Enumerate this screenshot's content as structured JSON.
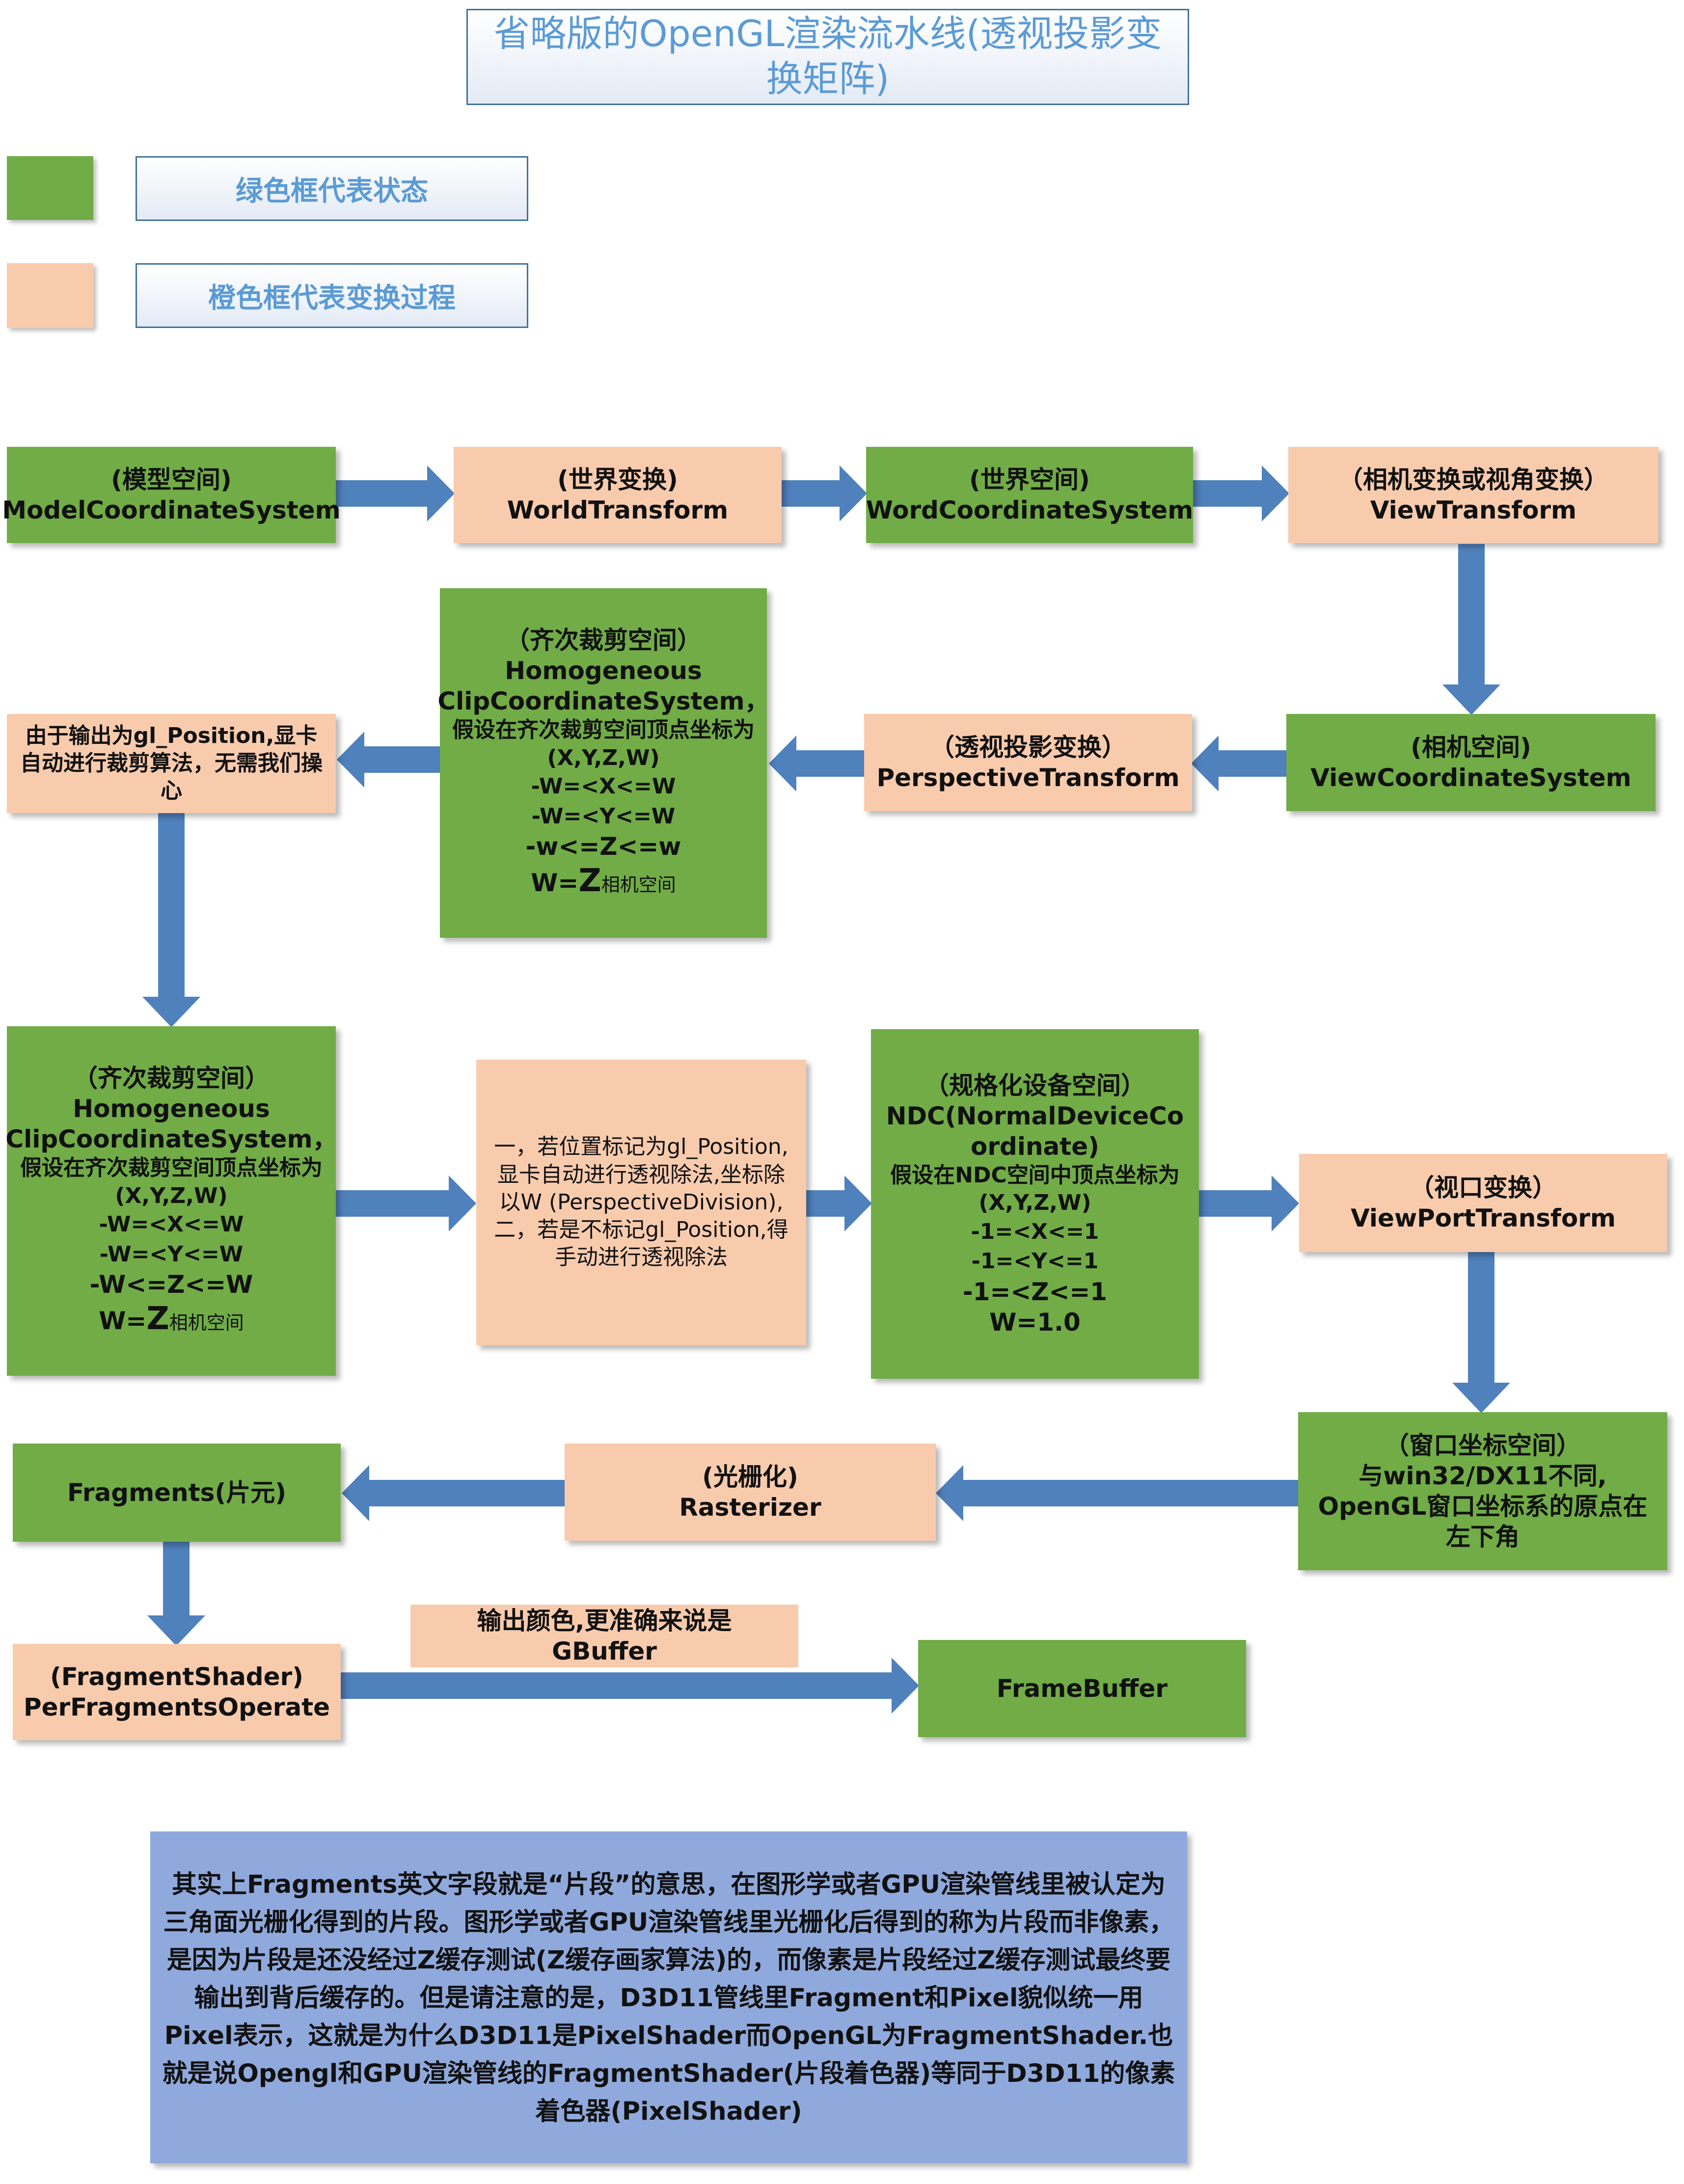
{
  "title": "省略版的OpenGL渲染流水线(透视投影变换矩阵)",
  "legend": {
    "green_label": "绿色框代表状态",
    "orange_label": "橙色框代表变换过程"
  },
  "colors": {
    "state_green": "#71ac47",
    "transform_orange": "#f8cbad",
    "arrow_blue": "#4f81bd",
    "note_blue": "#8fa9dc",
    "title_text": "#5b9bd5"
  },
  "nodes": {
    "model_space": {
      "line1": "(模型空间)",
      "line2": "ModelCoordinateSystem"
    },
    "world_transform": {
      "line1": "(世界变换)",
      "line2": "WorldTransform"
    },
    "world_space": {
      "line1": "(世界空间)",
      "line2": "WordCoordinateSystem"
    },
    "view_transform": {
      "line1": "（相机变换或视角变换）",
      "line2": "ViewTransform"
    },
    "view_space": {
      "line1": "(相机空间)",
      "line2": "ViewCoordinateSystem"
    },
    "perspective_transform": {
      "line1": "（透视投影变换）",
      "line2": "PerspectiveTransform"
    },
    "clip_space_1": {
      "line1": "（齐次裁剪空间）",
      "line2": "Homogeneous",
      "line3": "ClipCoordinateSystem，",
      "line4": "假设在齐次裁剪空间顶点坐标为(X,Y,Z,W)",
      "line5": "-W=<X<=W",
      "line6": "-W=<Y<=W",
      "line7": "-w<=Z<=w",
      "w_prefix": "W=",
      "w_big": "Z",
      "w_suffix": "相机空间"
    },
    "auto_clip": {
      "text": "由于输出为gl_Position,显卡自动进行裁剪算法，无需我们操心"
    },
    "clip_space_2": {
      "line1": "（齐次裁剪空间）",
      "line2": "Homogeneous",
      "line3": "ClipCoordinateSystem，",
      "line4": "假设在齐次裁剪空间顶点坐标为(X,Y,Z,W)",
      "line5": "-W=<X<=W",
      "line6": "-W=<Y<=W",
      "line7": "-W<=Z<=W",
      "w_prefix": "W=",
      "w_big": "Z",
      "w_suffix": "相机空间"
    },
    "perspective_division": {
      "line1": "一，若位置标记为gl_Position,显卡自动进行透视除法,坐标除以W (PerspectiveDivision),",
      "line2": "二，若是不标记gl_Position,得手动进行透视除法"
    },
    "ndc_space": {
      "line1": "（规格化设备空间）",
      "line2": "NDC(NormalDeviceCoordinate)",
      "line3": "假设在NDC空间中顶点坐标为(X,Y,Z,W)",
      "line4": "-1=<X<=1",
      "line5": "-1=<Y<=1",
      "line6": "-1=<Z<=1",
      "line7": "W=1.0"
    },
    "viewport_transform": {
      "line1": "（视口变换）",
      "line2": "ViewPortTransform"
    },
    "window_space": {
      "line1": "（窗口坐标空间）",
      "line2": "与win32/DX11不同,",
      "line3": "OpenGL窗口坐标系的原点在左下角"
    },
    "rasterizer": {
      "line1": "(光栅化)",
      "line2": "Rasterizer"
    },
    "fragments": {
      "line1": "Fragments(片元)"
    },
    "fragment_shader": {
      "line1": "(FragmentShader)",
      "line2": "PerFragmentsOperate"
    },
    "output_color": {
      "line1": "输出颜色,更准确来说是",
      "line2": "GBuffer"
    },
    "framebuffer": {
      "line1": "FrameBuffer"
    }
  },
  "note": {
    "text": "其实上Fragments英文字段就是“片段”的意思，在图形学或者GPU渲染管线里被认定为三角面光栅化得到的片段。图形学或者GPU渲染管线里光栅化后得到的称为片段而非像素，是因为片段是还没经过Z缓存测试(Z缓存画家算法)的，而像素是片段经过Z缓存测试最终要输出到背后缓存的。但是请注意的是，D3D11管线里Fragment和Pixel貌似统一用Pixel表示，这就是为什么D3D11是PixelShader而OpenGL为FragmentShader.也就是说Opengl和GPU渲染管线的FragmentShader(片段着色器)等同于D3D11的像素着色器(PixelShader)"
  }
}
